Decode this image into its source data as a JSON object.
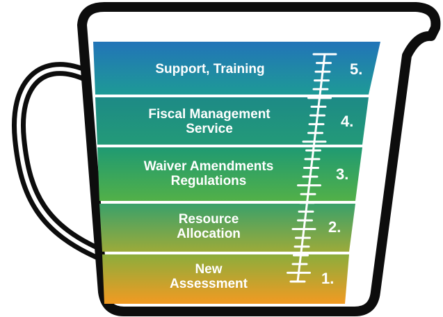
{
  "layers": [
    {
      "line1": "New",
      "line2": "Assessment",
      "number": "1."
    },
    {
      "line1": "Resource",
      "line2": "Allocation",
      "number": "2."
    },
    {
      "line1": "Waiver Amendments",
      "line2": "Regulations",
      "number": "3."
    },
    {
      "line1": "Fiscal Management",
      "line2": "Service",
      "number": "4."
    },
    {
      "line1": "Support, Training",
      "line2": "",
      "number": "5."
    }
  ],
  "colors": {
    "outline": "#0d0d0d",
    "band1": [
      "#8cad3c",
      "#f29a22"
    ],
    "band2": [
      "#3aa16a",
      "#9caa3a"
    ],
    "band3": [
      "#1f9a72",
      "#52b048"
    ],
    "band4": [
      "#1d8a86",
      "#239a78"
    ],
    "band5": [
      "#2274b8",
      "#1e9a96"
    ],
    "divider": "#ffffff"
  }
}
